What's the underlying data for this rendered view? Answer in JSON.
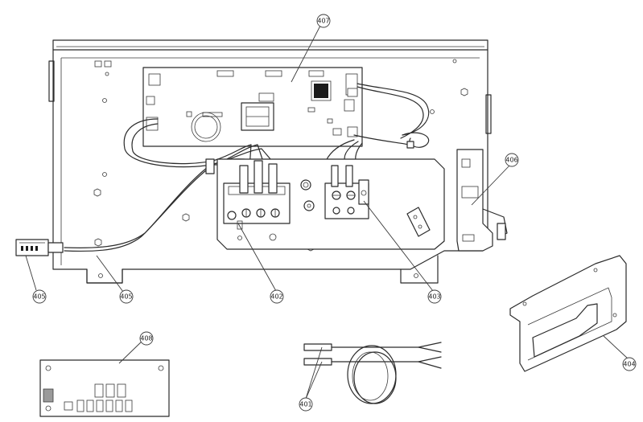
{
  "callouts": [
    {
      "id": "p407",
      "label": "407"
    },
    {
      "id": "p406a",
      "label": "406"
    },
    {
      "id": "p405a",
      "label": "405"
    },
    {
      "id": "p405b",
      "label": "405"
    },
    {
      "id": "p402",
      "label": "402"
    },
    {
      "id": "p403",
      "label": "403"
    },
    {
      "id": "p408",
      "label": "408"
    },
    {
      "id": "p401",
      "label": "401"
    },
    {
      "id": "p404",
      "label": "404"
    }
  ]
}
